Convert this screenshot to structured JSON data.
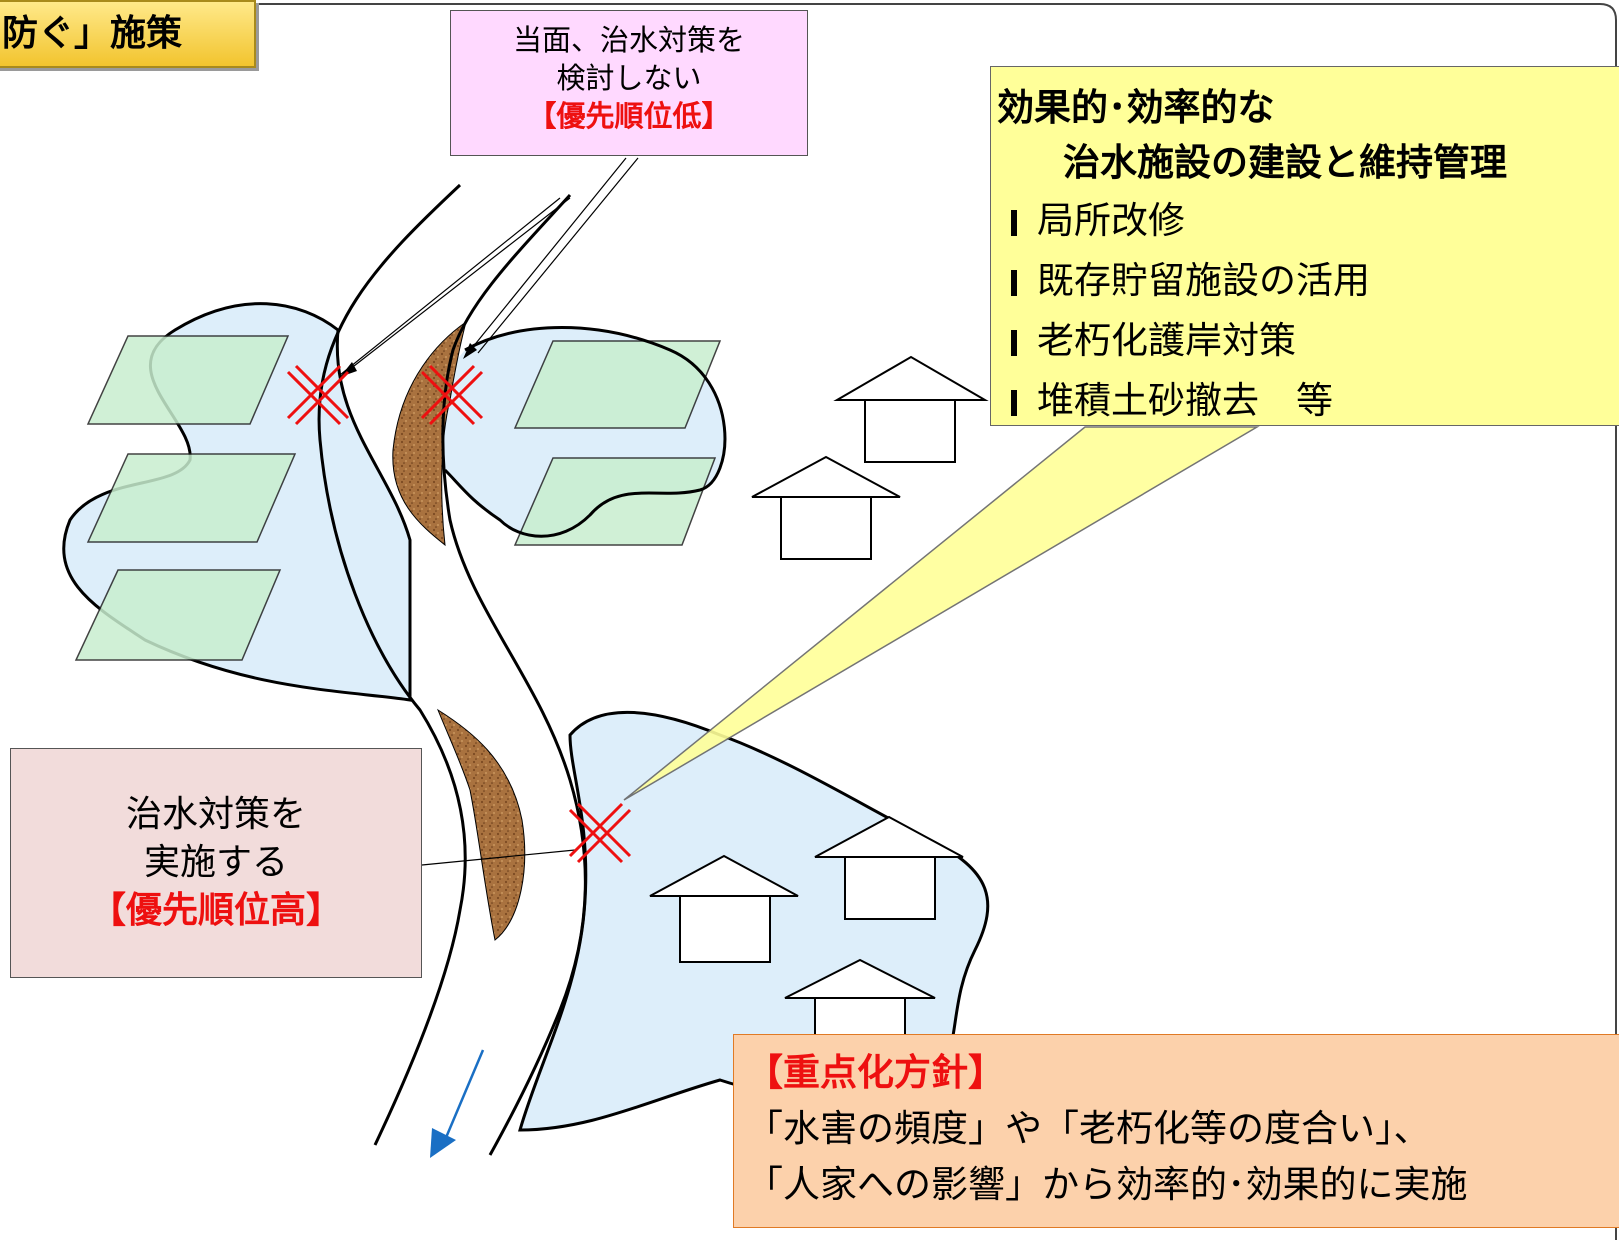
{
  "title_tab": "防ぐ」施策",
  "low_priority_box": {
    "line1": "当面、治水対策を",
    "line2": "検討しない",
    "line3": "【優先順位低】"
  },
  "high_priority_box": {
    "line1": "治水対策を",
    "line2": "実施する",
    "line3": "【優先順位高】"
  },
  "measures_box": {
    "heading1": "効果的･効率的な",
    "heading2": "治水施設の建設と維持管理",
    "items": [
      "局所改修",
      "既存貯留施設の活用",
      "老朽化護岸対策",
      "堆積土砂撤去　等"
    ]
  },
  "policy_box": {
    "heading": "【重点化方針】",
    "line1": "「水害の頻度」や「老朽化等の度合い」、",
    "line2": "「人家への影響」から効率的･効果的に実施"
  },
  "colors": {
    "flood_area": "#ddeefa",
    "farmland": "#c8eecf",
    "sediment": "#a06a3c",
    "cross_mark": "#ee1010",
    "flow_arrow": "#1a6fc4"
  }
}
